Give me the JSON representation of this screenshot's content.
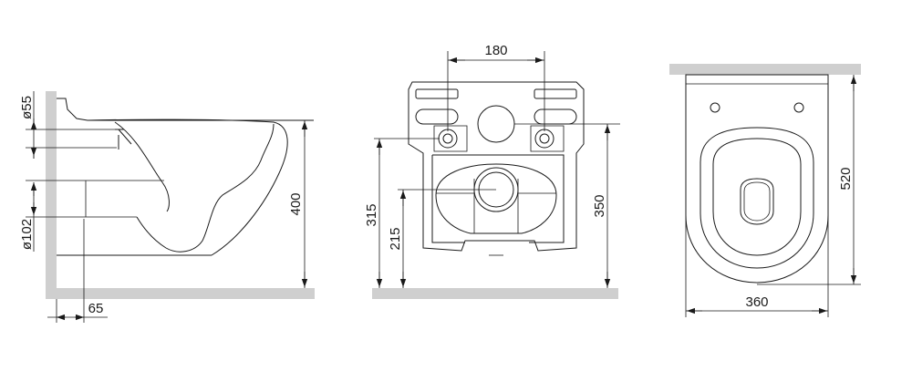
{
  "side_view": {
    "dim_pipe_top": "ø55",
    "dim_pipe_bottom": "ø102",
    "dim_offset": "65",
    "dim_height": "400"
  },
  "front_view": {
    "dim_holes": "180",
    "dim_inlet": "315",
    "dim_outlet": "215",
    "dim_height": "350"
  },
  "top_view": {
    "dim_length": "520",
    "dim_width": "360"
  }
}
